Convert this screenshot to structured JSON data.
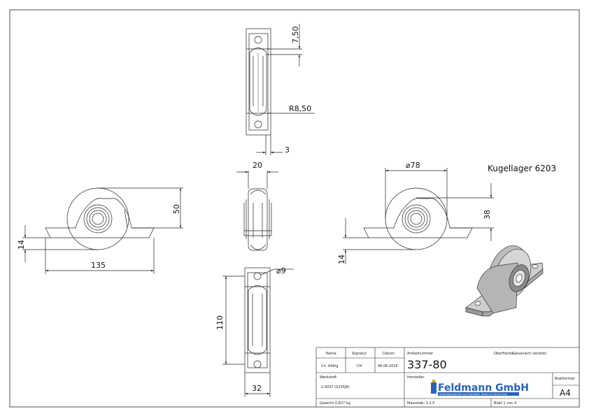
{
  "views": {
    "top": {
      "dim_offset": "7,50",
      "dim_radius": "R8,50",
      "dim_thickness": "3"
    },
    "side": {
      "dim_width": "20"
    },
    "left": {
      "dim_height": "50",
      "dim_base": "14",
      "dim_length": "135"
    },
    "bottom": {
      "dim_hole": "⌀9",
      "dim_length": "110",
      "dim_width": "32"
    },
    "right": {
      "dim_diameter": "⌀78",
      "dim_center": "38",
      "dim_base": "14",
      "bearing_note": "Kugellager 6203"
    }
  },
  "title_block": {
    "headers": {
      "name": "Name",
      "signature": "Signatur",
      "date": "Datum"
    },
    "row": {
      "name": "Ch. Höltig",
      "signature": "CH",
      "date": "06.06.2016"
    },
    "article_label": "Artikelnummer",
    "article_number": "337-80",
    "surface_label": "Oberfläche:",
    "surface_value": "Galvanisch verzinkt",
    "material_label": "Werkstoff:",
    "material_value": "1.0037 (S235JR)",
    "manufacturer_label": "Hersteller",
    "brand_name": "Feldmann GmbH",
    "brand_tagline": "Qualitätsprodukte aus Edelstahl, Stahl und Aluminium",
    "format_label": "Blattformat",
    "format_value": "A4",
    "weight": "Gewicht 0,627 kg",
    "scale": "Massstab: 1:2,5",
    "sheet": "Blatt 1 von 4"
  },
  "colors": {
    "line": "#222222",
    "brand": "#2a62b8"
  }
}
